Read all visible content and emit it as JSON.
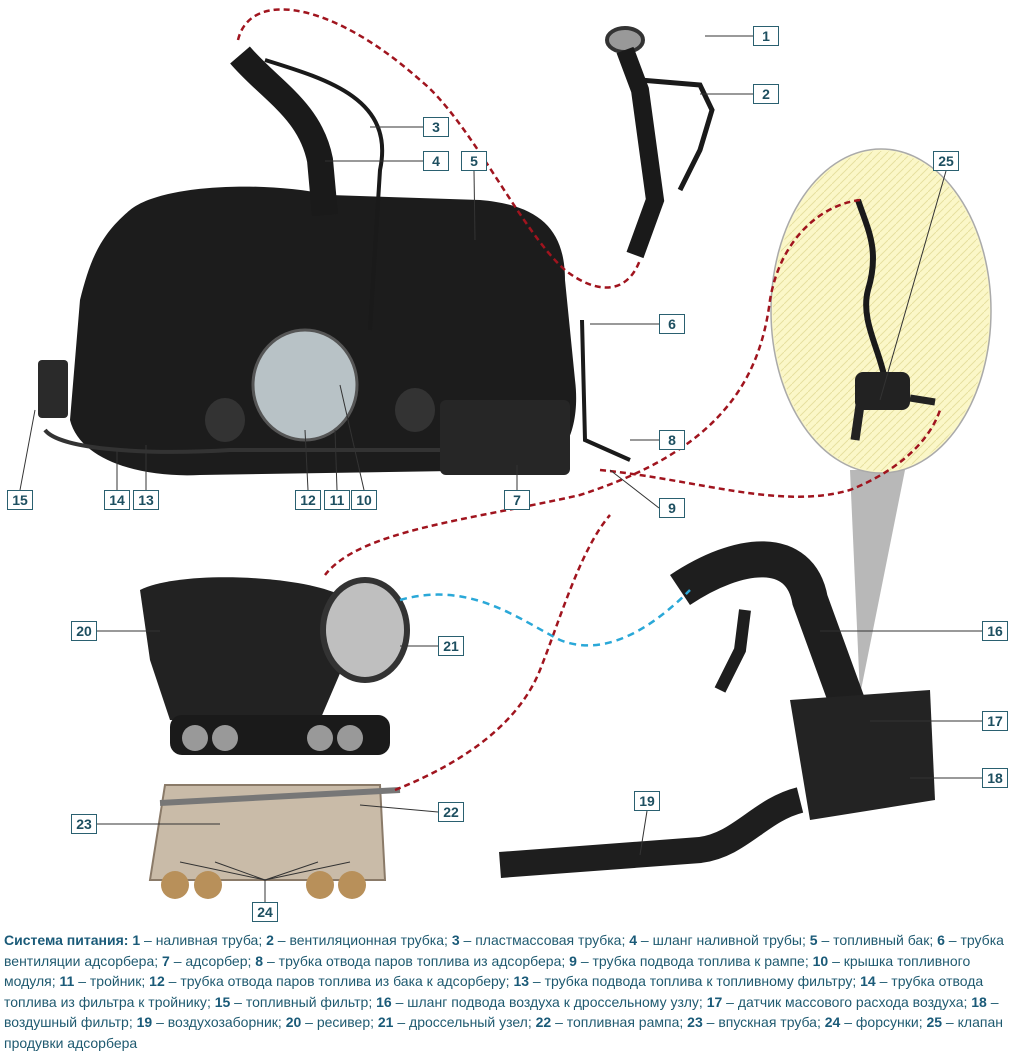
{
  "labels": [
    "1",
    "2",
    "3",
    "4",
    "5",
    "6",
    "7",
    "8",
    "9",
    "10",
    "11",
    "12",
    "13",
    "14",
    "15",
    "16",
    "17",
    "18",
    "19",
    "20",
    "21",
    "22",
    "23",
    "24",
    "25"
  ],
  "caption": {
    "title": "Система питания:",
    "items": [
      {
        "n": "1",
        "t": "наливная труба"
      },
      {
        "n": "2",
        "t": "вентиляционная трубка"
      },
      {
        "n": "3",
        "t": "пластмассовая трубка"
      },
      {
        "n": "4",
        "t": "шланг наливной трубы"
      },
      {
        "n": "5",
        "t": "топливный бак"
      },
      {
        "n": "6",
        "t": "трубка вентиляции адсорбера"
      },
      {
        "n": "7",
        "t": "адсорбер"
      },
      {
        "n": "8",
        "t": "трубка отвода паров топлива из адсорбера"
      },
      {
        "n": "9",
        "t": "трубка подвода топлива к рампе"
      },
      {
        "n": "10",
        "t": "крышка топливного модуля"
      },
      {
        "n": "11",
        "t": "тройник"
      },
      {
        "n": "12",
        "t": "трубка отвода паров топлива из бака к адсорберу"
      },
      {
        "n": "13",
        "t": "трубка подвода топлива к топливному фильтру"
      },
      {
        "n": "14",
        "t": "трубка отвода топлива из фильтра к тройнику"
      },
      {
        "n": "15",
        "t": "топливный фильтр"
      },
      {
        "n": "16",
        "t": "шланг подвода воздуха к дроссельному узлу"
      },
      {
        "n": "17",
        "t": "датчик массового расхода воздуха"
      },
      {
        "n": "18",
        "t": "воздушный фильтр"
      },
      {
        "n": "19",
        "t": "воздухозаборник"
      },
      {
        "n": "20",
        "t": "ресивер"
      },
      {
        "n": "21",
        "t": "дроссельный узел"
      },
      {
        "n": "22",
        "t": "топливная рампа"
      },
      {
        "n": "23",
        "t": "впускная труба"
      },
      {
        "n": "24",
        "t": "форсунки"
      },
      {
        "n": "25",
        "t": "клапан продувки адсорбера"
      }
    ]
  },
  "colors": {
    "label_border": "#2a6070",
    "label_text": "#1d4f60",
    "vapor_line": "#a0141e",
    "air_line": "#2aa8d8",
    "callout_bg": "#fbf7c8"
  }
}
